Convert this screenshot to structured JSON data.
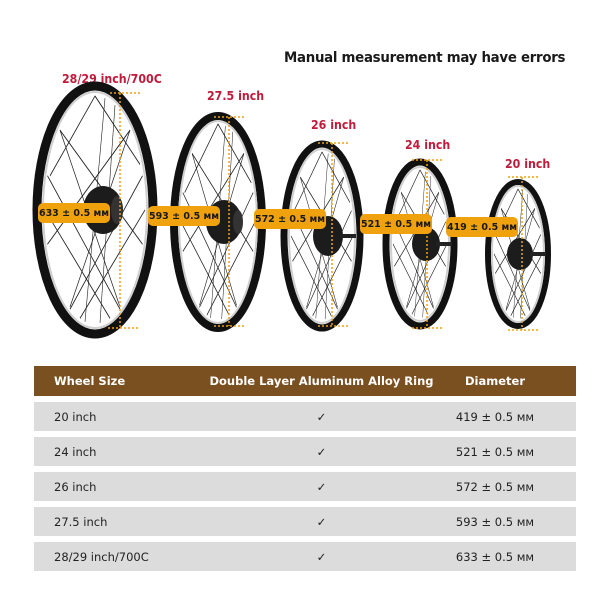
{
  "header": {
    "note": "Manual measurement may have errors"
  },
  "wheels": [
    {
      "size_label": "28/29 inch/700C",
      "diameter_label": "633 ± 0.5 мм"
    },
    {
      "size_label": "27.5 inch",
      "diameter_label": "593 ± 0.5 мм"
    },
    {
      "size_label": "26 inch",
      "diameter_label": "572 ± 0.5 мм"
    },
    {
      "size_label": "24 inch",
      "diameter_label": "521 ± 0.5 мм"
    },
    {
      "size_label": "20 inch",
      "diameter_label": "419 ± 0.5 мм"
    }
  ],
  "colors": {
    "size_label": "#c01b3b",
    "pill": "#f0a20e",
    "table_header": "#7b5020",
    "table_row": "#dcdcdc"
  },
  "table": {
    "headers": [
      "Wheel Size",
      "Double Layer Aluminum Alloy Ring",
      "Diameter"
    ],
    "rows": [
      [
        "20 inch",
        "✓",
        "419 ± 0.5 мм"
      ],
      [
        "24 inch",
        "✓",
        "521 ± 0.5 мм"
      ],
      [
        "26 inch",
        "✓",
        "572 ± 0.5 мм"
      ],
      [
        "27.5 inch",
        "✓",
        "593 ± 0.5 мм"
      ],
      [
        "28/29 inch/700C",
        "✓",
        "633 ± 0.5 мм"
      ]
    ]
  }
}
